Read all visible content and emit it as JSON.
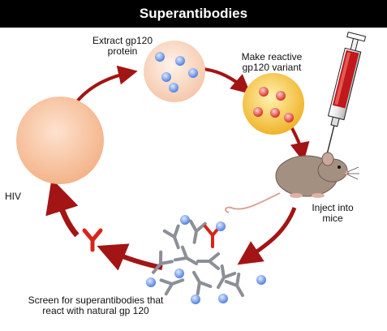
{
  "title": "Superantibodies",
  "labels": {
    "extract": "Extract gp120\nprotein",
    "make": "Make reactive\ngp120 variant",
    "inject": "Inject into\nmice",
    "screen": "Screen for superantibodies that\nreact with natural gp 120",
    "hiv": "HIV"
  },
  "colors": {
    "banner": "#000000",
    "arrow": "#a31414",
    "virus": "#f9c6a3",
    "protein_sphere": "#fbe1d0",
    "variant_sphere": "#f9c94a",
    "blue_dot": "#5b86e4",
    "red_dot": "#e0302a",
    "antibody_gray": "#8b8f96",
    "antibody_red": "#d8251c",
    "syringe_red": "#c0181c",
    "mouse": "#a39080"
  },
  "icons": [
    "syringe-icon",
    "mouse-icon",
    "antibody-icon",
    "virus-icon"
  ]
}
